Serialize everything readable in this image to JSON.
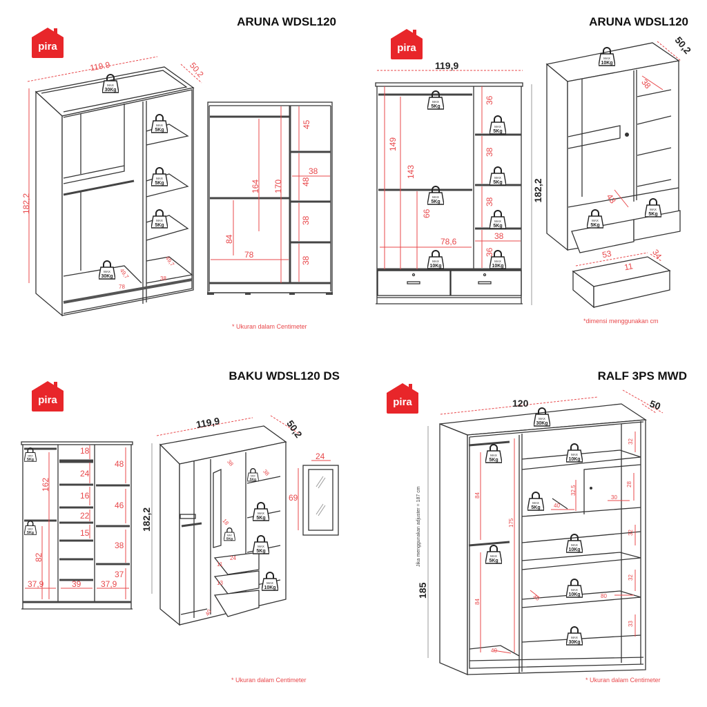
{
  "logo_text": "pira",
  "weight_max": "MAX",
  "panels": {
    "aruna_iso": {
      "title": "ARUNA WDSL120",
      "note": "* Ukuran dalam Centimeter",
      "width": "119.9",
      "depth": "50,2",
      "height": "182,2",
      "bottom_left_depth": "49,7",
      "bottom_left_width": "78",
      "bottom_right_depth": "49,7",
      "bottom_right_width": "38",
      "weights": [
        "30Kg",
        "5Kg",
        "5Kg",
        "5Kg",
        "30Kg"
      ],
      "front": {
        "top_shelf": "45",
        "shelf_width": "38",
        "shelf_2": "48",
        "shelf_3": "38",
        "shelf_4": "38",
        "rail_height": "164",
        "inner_height": "170",
        "lower_height": "84",
        "left_width": "78"
      }
    },
    "aruna_front": {
      "title": "ARUNA WDSL120",
      "note": "*dimensi menggunakan cm",
      "width": "119,9",
      "height": "182,2",
      "left_149": "149",
      "left_143": "143",
      "left_66": "66",
      "left_width": "78,6",
      "right_1": "36",
      "right_2": "38",
      "right_3": "38",
      "right_width": "38",
      "right_4": "36",
      "weights": [
        "5Kg",
        "5Kg",
        "5Kg",
        "5Kg",
        "5Kg",
        "10Kg",
        "10Kg"
      ],
      "iso": {
        "depth": "50,2",
        "shelf_depth": "38",
        "inner_depth": "43",
        "top_weight": "10Kg",
        "drawer_weights": [
          "5Kg",
          "5Kg"
        ],
        "drawer_width": "53",
        "drawer_depth": "34",
        "drawer_height": "11"
      }
    },
    "baku": {
      "title": "BAKU WDSL120 DS",
      "note": "* Ukuran dalam Centimeter",
      "front": {
        "middle": [
          "18",
          "24",
          "16",
          "22",
          "15"
        ],
        "right": [
          "48",
          "46",
          "38",
          "37"
        ],
        "left_rail": "162",
        "left_low": "82",
        "widths": [
          "37,9",
          "39",
          "37,9"
        ],
        "weights": [
          "5Kg",
          "5Kg"
        ]
      },
      "iso": {
        "width": "119,9",
        "depth": "50,2",
        "height": "182,2",
        "shelf_a": "38",
        "shelf_b": "38",
        "inner_a": "18",
        "drawer_w": "24",
        "drawer_1": "11",
        "drawer_2": "13",
        "bottom": "40",
        "weights": [
          "5Kg",
          "5Kg",
          "5Kg",
          "10Kg"
        ]
      },
      "mirror": {
        "width": "24",
        "height": "69"
      }
    },
    "ralf": {
      "title": "RALF 3PS MWD",
      "note": "* Ukuran dalam Centimeter",
      "width": "120",
      "depth": "50",
      "height": "185",
      "adjuster_note": "Jika menggunakan adjuster = 187 cm",
      "rail_upper": "84",
      "rail_lower": "84",
      "left_inner": "175",
      "left_bottom": "40",
      "shelf_1": "32",
      "cubby_h": "32,5",
      "door_h": "28",
      "door_w": "30",
      "cubby_w": "40",
      "shelf_3": "32",
      "shelf_4": "32",
      "shelf_width": "80",
      "shelf_depth": "45",
      "shelf_5": "33",
      "weights": [
        "30Kg",
        "5Kg",
        "5Kg",
        "10Kg",
        "5Kg",
        "10Kg",
        "10Kg",
        "30Kg"
      ]
    }
  }
}
